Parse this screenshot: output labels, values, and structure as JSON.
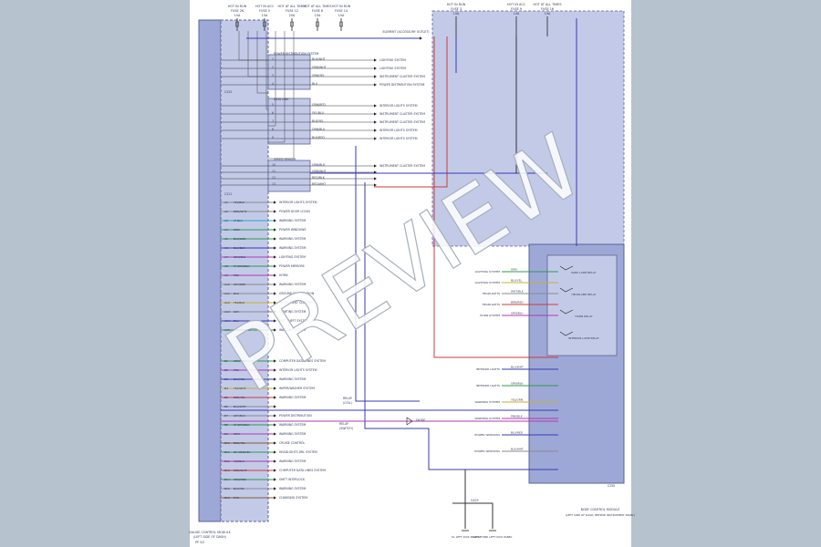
{
  "watermark": "PREVIEW",
  "page_ref": "PP 3/3",
  "colors": {
    "background": "#b6c3ce",
    "paper": "#ffffff",
    "module_fill": "#9ea8d6",
    "module_border": "#5a6496",
    "wire_blue": "#3a3ab8",
    "wire_red": "#d03a3a",
    "wire_green": "#2e9a4e",
    "wire_yellow": "#c8b02a",
    "wire_magenta": "#b03ab0",
    "wire_gray": "#8a8a8a",
    "wire_brown": "#8b5a2b",
    "wire_cyan": "#2aa8c8"
  },
  "top_fuses": [
    {
      "label": "HOT IN RUN",
      "fuse": "FUSE 26",
      "amps": "10A"
    },
    {
      "label": "HOT IN ACC",
      "fuse": "FUSE 5",
      "amps": "15A"
    },
    {
      "label": "HOT AT ALL TIMES",
      "fuse": "FUSE 12",
      "amps": "20A"
    },
    {
      "label": "HOT AT ALL TIMES",
      "fuse": "FUSE 8",
      "amps": "15A"
    },
    {
      "label": "HOT IN RUN",
      "fuse": "FUSE 14",
      "amps": "10A"
    }
  ],
  "right_fuses": [
    {
      "label": "HOT IN RUN",
      "fuse": "FUSE 3",
      "amps": "10A"
    },
    {
      "label": "HOT IN ACC",
      "fuse": "FUSE 9",
      "amps": "10A"
    },
    {
      "label": "HOT AT ALL TIMES",
      "fuse": "FUSE 16",
      "amps": "15A"
    }
  ],
  "top_right_callout": "ELEMENT (ACCESSORY OUTLET)",
  "left_module": {
    "name": "GAUGE CONTROL MODULE",
    "sub": "(LEFT SIDE OF DASH)",
    "connector_top": "C220",
    "connector_bottom": "C221"
  },
  "right_module": {
    "name": "BODY CONTROL MODULE",
    "sub": "(LEFT SIDE OF DASH, BEHIND INSTRUMENT PANEL)",
    "connector": "C250"
  },
  "inline_upper": {
    "label": "POWER DISTRIBUTION SYSTEM",
    "wires": [
      {
        "pin": "1",
        "color": "BLK/WHT",
        "dest": "LIGHTING SYSTEM"
      },
      {
        "pin": "2",
        "color": "GRN/WHT",
        "dest": "LIGHTING SYSTEM"
      },
      {
        "pin": "3",
        "color": "GRN/YEL",
        "dest": "INSTRUMENT CLUSTER SYSTEM"
      },
      {
        "pin": "4",
        "color": "BLU",
        "dest": "POWER DISTRIBUTION SYSTEM"
      }
    ]
  },
  "inline_middle": {
    "label": "DATA LINK",
    "wires": [
      {
        "pin": "5",
        "color": "GRN/RED",
        "dest": "INTERIOR LIGHTS SYSTEM"
      },
      {
        "pin": "6",
        "color": "YEL/BLU",
        "dest": "INSTRUMENT CLUSTER SYSTEM"
      },
      {
        "pin": "7",
        "color": "BLK/YEL",
        "dest": "INSTRUMENT CLUSTER SYSTEM"
      },
      {
        "pin": "8",
        "color": "GRN/BLU",
        "dest": "INTERIOR LIGHTS SYSTEM"
      },
      {
        "pin": "9",
        "color": "BLK/RED",
        "dest": "INTERIOR LIGHTS SYSTEM"
      }
    ]
  },
  "inline_lower": {
    "label": "SPEED SENSOR",
    "wires": [
      {
        "pin": "10",
        "color": "GRN/BLK",
        "dest": "INSTRUMENT CLUSTER SYSTEM"
      },
      {
        "pin": "11",
        "color": "GRN/WHT",
        "dest": ""
      },
      {
        "pin": "12",
        "color": "RED/BLK",
        "dest": ""
      },
      {
        "pin": "13",
        "color": "RED/WHT",
        "dest": ""
      }
    ]
  },
  "left_outputs": [
    {
      "pin": "A1",
      "color": "YEL/BLK",
      "dest": "INTERIOR LIGHTS SYSTEM",
      "wire": "gray"
    },
    {
      "pin": "A2",
      "color": "BRN/WHT",
      "dest": "POWER DOOR LOCKS",
      "wire": "gray"
    },
    {
      "pin": "A3",
      "color": "LT BLU",
      "dest": "WARNING SYSTEM",
      "wire": "cyan"
    },
    {
      "pin": "A4",
      "color": "GRN",
      "dest": "POWER WINDOWS",
      "wire": "green"
    },
    {
      "pin": "A5",
      "color": "BLK/GRN",
      "dest": "WARNING SYSTEM",
      "wire": "green"
    },
    {
      "pin": "A6",
      "color": "BLU/BLK",
      "dest": "WARNING SYSTEM",
      "wire": "blue"
    },
    {
      "pin": "A7",
      "color": "ORN/BLK",
      "dest": "LIGHTING SYSTEM",
      "wire": "magenta"
    },
    {
      "pin": "A8",
      "color": "LT GRN/BLK",
      "dest": "POWER MIRRORS",
      "wire": "green"
    },
    {
      "pin": "A9",
      "color": "PNK",
      "dest": "HORN",
      "wire": "magenta"
    },
    {
      "pin": "A10",
      "color": "GRY/RED",
      "dest": "WARNING SYSTEM",
      "wire": "gray"
    },
    {
      "pin": "A11",
      "color": "BLK",
      "dest": "GROUND DISTRIBUTION",
      "wire": "gray"
    },
    {
      "pin": "A12",
      "color": "YEL/BLU",
      "dest": "INSTRUMENT CLUSTER",
      "wire": "yellow"
    },
    {
      "pin": "A13",
      "color": "GRY",
      "dest": "STARTING SYSTEM",
      "wire": "gray"
    },
    {
      "pin": "A14",
      "color": "BLU",
      "dest": "ANTI-THEFT SYSTEM",
      "wire": "blue"
    },
    {
      "pin": "A15",
      "color": "LT GRN/WHT",
      "dest": "WARNING SYSTEM",
      "wire": "green"
    }
  ],
  "left_outputs_lower": [
    {
      "pin": "B1",
      "color": "GRN/YEL",
      "dest": "COMPUTER DATA LINES SYSTEM",
      "wire": "green"
    },
    {
      "pin": "B2",
      "color": "PNK",
      "dest": "INTERIOR LIGHTS SYSTEM",
      "wire": "magenta"
    },
    {
      "pin": "B3",
      "color": "BLU/YEL",
      "dest": "WARNING SYSTEM",
      "wire": "blue"
    },
    {
      "pin": "B4",
      "color": "YEL/WHT",
      "dest": "WIPER/WASHER SYSTEM",
      "wire": "yellow"
    },
    {
      "pin": "B5",
      "color": "RED/YEL",
      "dest": "WARNING SYSTEM",
      "wire": "red"
    },
    {
      "pin": "B6",
      "color": "BLK/WHT",
      "dest": "",
      "wire": "gray"
    },
    {
      "pin": "B7",
      "color": "GRY/BLK",
      "dest": "POWER DISTRIBUTION",
      "wire": "gray"
    },
    {
      "pin": "B8",
      "color": "LT GRN/BLK",
      "dest": "WARNING SYSTEM",
      "wire": "green"
    },
    {
      "pin": "B9",
      "color": "ORN",
      "dest": "WARNING SYSTEM",
      "wire": "magenta"
    },
    {
      "pin": "B10",
      "color": "BRN/YEL",
      "dest": "CRUISE CONTROL",
      "wire": "brown"
    },
    {
      "pin": "B11",
      "color": "DK GRN/YEL",
      "dest": "HEADLIGHTS DRL SYSTEM",
      "wire": "green"
    },
    {
      "pin": "B12",
      "color": "VIO/BLK",
      "dest": "WARNING SYSTEM",
      "wire": "magenta"
    },
    {
      "pin": "B13",
      "color": "RED/WHT",
      "dest": "COMPUTER DATA LINES SYSTEM",
      "wire": "red"
    },
    {
      "pin": "B14",
      "color": "GRN/RED",
      "dest": "SHIFT INTERLOCK",
      "wire": "green"
    },
    {
      "pin": "B15",
      "color": "BLK/YEL",
      "dest": "WARNING SYSTEM",
      "wire": "gray"
    },
    {
      "pin": "B16",
      "color": "TAN",
      "dest": "CHARGING SYSTEM",
      "wire": "brown"
    }
  ],
  "relay_a": {
    "label": "RELAY",
    "sub": "(COIL)"
  },
  "relay_b": {
    "label": "RELAY",
    "sub": "(SWITCH)"
  },
  "diode_label": "DIODE",
  "ground_point": "G203",
  "grounds": [
    {
      "label": "S1 LEFT KICK PANEL"
    },
    {
      "label": "G2 BEHIND LEFT KICK PANEL"
    }
  ],
  "right_module_wires": [
    {
      "color": "GRN",
      "dest": "LIGHTING SYSTEM",
      "wire": "green"
    },
    {
      "color": "BLU/YEL",
      "dest": "LIGHTING SYSTEM",
      "wire": "yellow"
    },
    {
      "color": "WHT/BLK",
      "dest": "HEADLIGHTS",
      "wire": "gray"
    },
    {
      "color": "BRN/RED",
      "dest": "HEADLIGHTS",
      "wire": "red"
    },
    {
      "color": "ORN/BLU",
      "dest": "HORN SYSTEM",
      "wire": "magenta"
    },
    {
      "color": "BLU/WHT",
      "dest": "INTERIOR LIGHTS",
      "wire": "blue"
    },
    {
      "color": "GRN/BLK",
      "dest": "INTERIOR LIGHTS",
      "wire": "green"
    },
    {
      "color": "YEL/GRN",
      "dest": "WARNING SYSTEM",
      "wire": "yellow"
    },
    {
      "color": "PNK/BLK",
      "dest": "WARNING SYSTEM",
      "wire": "magenta"
    },
    {
      "color": "BLU/RED",
      "dest": "POWER WINDOWS",
      "wire": "blue"
    },
    {
      "color": "BLK/WHT",
      "dest": "POWER WINDOWS",
      "wire": "gray"
    }
  ],
  "relay_labels": [
    "PARK LAMP RELAY",
    "HEADLAMP RELAY",
    "HORN RELAY",
    "INTERIOR LAMP RELAY"
  ]
}
